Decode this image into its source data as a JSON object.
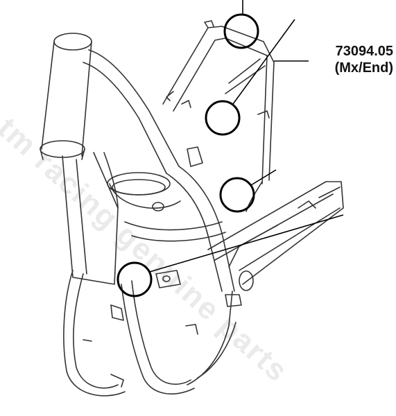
{
  "part_label": {
    "number": "73094.05",
    "variant": "(Mx/End)"
  },
  "watermark": {
    "text": "tm racing genuine parts"
  },
  "colors": {
    "line": "#333333",
    "callout": "#000000",
    "background": "#ffffff"
  }
}
